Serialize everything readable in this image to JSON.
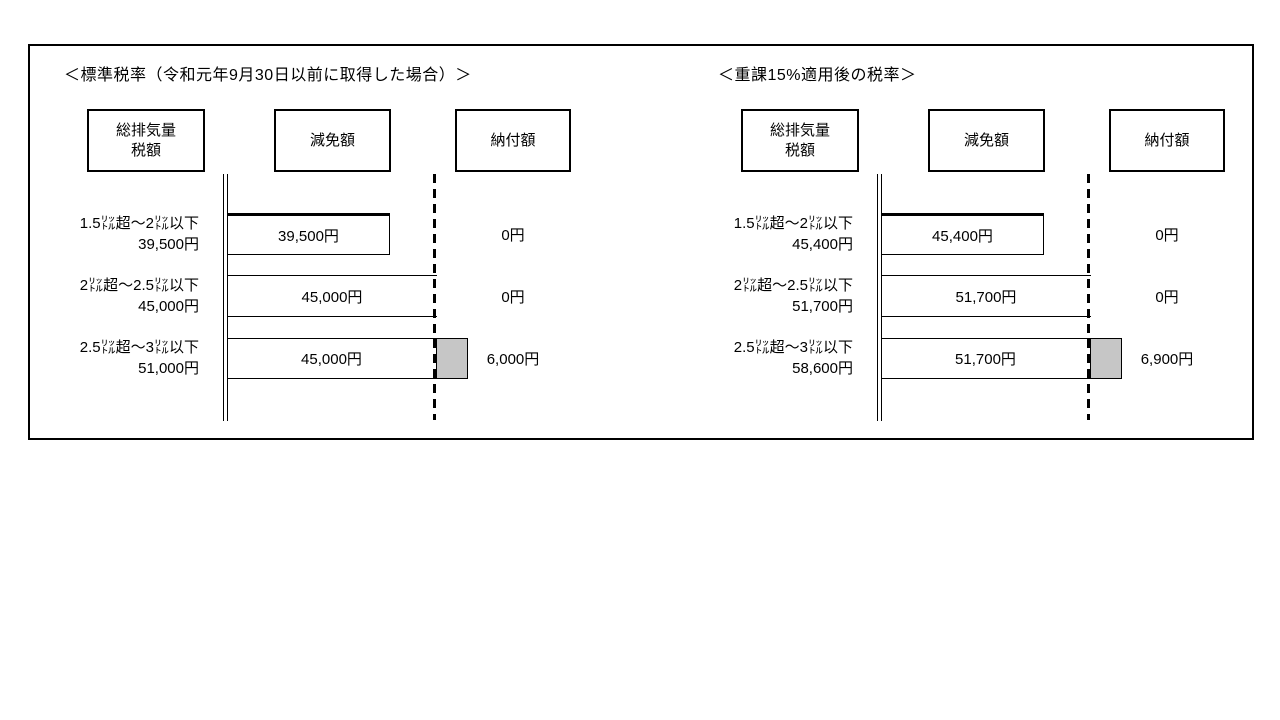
{
  "figure": {
    "line_color": "#000000",
    "excess_fill_color": "#c6c6c6",
    "background_color": "#ffffff"
  },
  "panels": [
    {
      "title": "＜標準税率（令和元年9月30日以前に取得した場合）＞",
      "headers": {
        "col1_line1": "総排気量",
        "col1_line2": "税額",
        "col2": "減免額",
        "col3": "納付額"
      },
      "rows": [
        {
          "range": "1.5㍑超～2㍑以下",
          "tax": "39,500円",
          "reduction": "39,500円",
          "payment": "0円"
        },
        {
          "range": "2㍑超～2.5㍑以下",
          "tax": "45,000円",
          "reduction": "45,000円",
          "payment": "0円"
        },
        {
          "range": "2.5㍑超～3㍑以下",
          "tax": "51,000円",
          "reduction": "45,000円",
          "payment": "6,000円"
        }
      ]
    },
    {
      "title": "＜重課15%適用後の税率＞",
      "headers": {
        "col1_line1": "総排気量",
        "col1_line2": "税額",
        "col2": "減免額",
        "col3": "納付額"
      },
      "rows": [
        {
          "range": "1.5㍑超～2㍑以下",
          "tax": "45,400円",
          "reduction": "45,400円",
          "payment": "0円"
        },
        {
          "range": "2㍑超～2.5㍑以下",
          "tax": "51,700円",
          "reduction": "51,700円",
          "payment": "0円"
        },
        {
          "range": "2.5㍑超～3㍑以下",
          "tax": "58,600円",
          "reduction": "51,700円",
          "payment": "6,900円"
        }
      ]
    }
  ]
}
